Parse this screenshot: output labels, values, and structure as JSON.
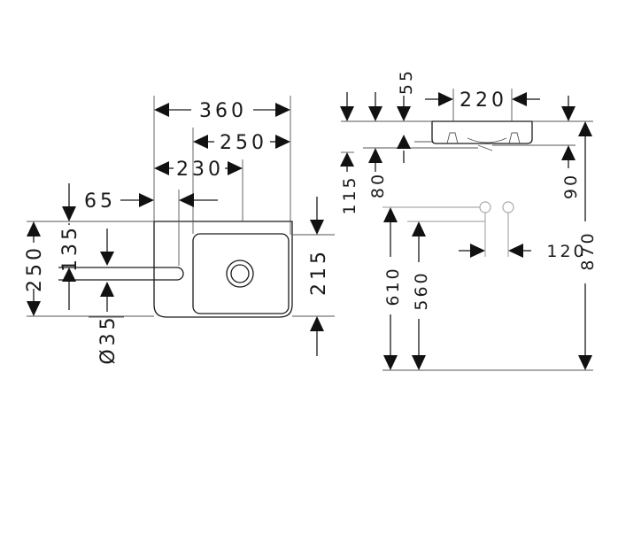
{
  "dimensions": {
    "top_view": {
      "width_total": "360",
      "basin_width": "250",
      "basin_offset": "230",
      "left_offset": "65",
      "depth_total": "250",
      "rail_offset": "135",
      "basin_depth": "215",
      "rail_diameter": "Ø35"
    },
    "side_view": {
      "rim_height": "55",
      "width": "220",
      "drop_115": "115",
      "drop_80": "80",
      "drop_90": "90",
      "valve_spacing": "120",
      "height_610": "610",
      "height_560": "560",
      "height_870": "870"
    }
  }
}
